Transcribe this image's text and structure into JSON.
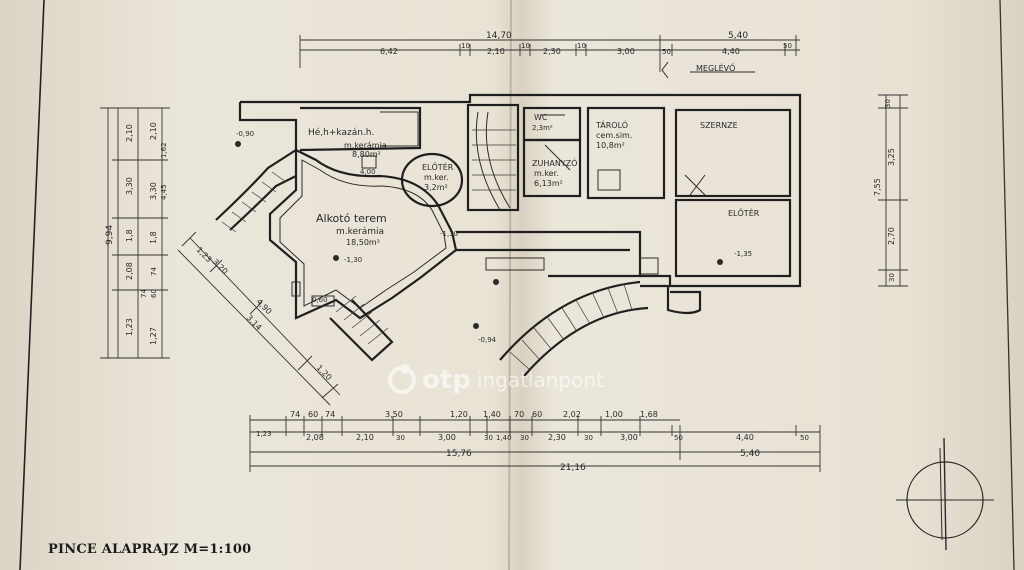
{
  "title": "PINCE ALAPRAJZ M=1:100",
  "watermark": {
    "brand": "otp",
    "sub": "ingatlanpont"
  },
  "rooms": {
    "boiler": {
      "name": "Hé,h+kazán.h.",
      "floor": "m.kerámia",
      "area": "8,80m²"
    },
    "hall": {
      "name": "Alkotó terem",
      "floor": "m.kerámia",
      "area": "18,50m²"
    },
    "lobby": {
      "name": "ELŐTÉR",
      "floor": "m.ker.",
      "area": "3,2m²"
    },
    "storage": {
      "name": "TÁROLÓ",
      "floor": "cem.sim.",
      "area": "10,8m²"
    },
    "wc": {
      "name": "WC",
      "area": "2,3m²"
    },
    "shower": {
      "name": "ZUHANYZÓ",
      "floor": "m.ker.",
      "area": "6,13m²"
    },
    "existing_room": {
      "name": "SZERNZE"
    },
    "existing_lobby": {
      "name": "ELŐTÉR"
    }
  },
  "labels": {
    "existing": "MEGLÉVŐ",
    "level_boiler": "-0,90",
    "level_hall": "-1,30",
    "level_hall2": "-1,30",
    "level_right": "-1,35",
    "level_bottom": "-0,94",
    "door_1": "0,60",
    "door_2": "4,00"
  },
  "dimensions": {
    "top_total_1": "14,70",
    "top_total_2": "5,40",
    "top_segments": [
      "6,42",
      "10",
      "2,10",
      "10",
      "2,30",
      "10",
      "3,00",
      "50",
      "4,40",
      "50"
    ],
    "bottom_segments_1": [
      "74",
      "60",
      "74",
      "3,50",
      "1,20",
      "1,40",
      "70",
      "60",
      "2,02",
      "1,00",
      "1,68"
    ],
    "bottom_segments_2": [
      "1,23",
      "2,08",
      "2,10",
      "30",
      "3,00",
      "30",
      "1,40",
      "30",
      "2,30",
      "30",
      "3,00",
      "50",
      "4,40",
      "50"
    ],
    "bottom_total_1": "15,76",
    "bottom_total_2": "5,40",
    "bottom_total_3": "21,16",
    "left_outer": [
      "2,10",
      "3,30",
      "1,8",
      "2,08",
      "1,23"
    ],
    "left_total": "9,94",
    "left_inner": [
      "2,10",
      "1,62",
      "4,45",
      "3,30",
      "1,8",
      "74",
      "60",
      "74",
      "1,27"
    ],
    "right_segments": [
      "30",
      "3,25",
      "7,55",
      "2,70",
      "30"
    ],
    "diag_segments": [
      "1,23",
      "3,20",
      "3,14",
      "4,90",
      "1,20"
    ]
  }
}
